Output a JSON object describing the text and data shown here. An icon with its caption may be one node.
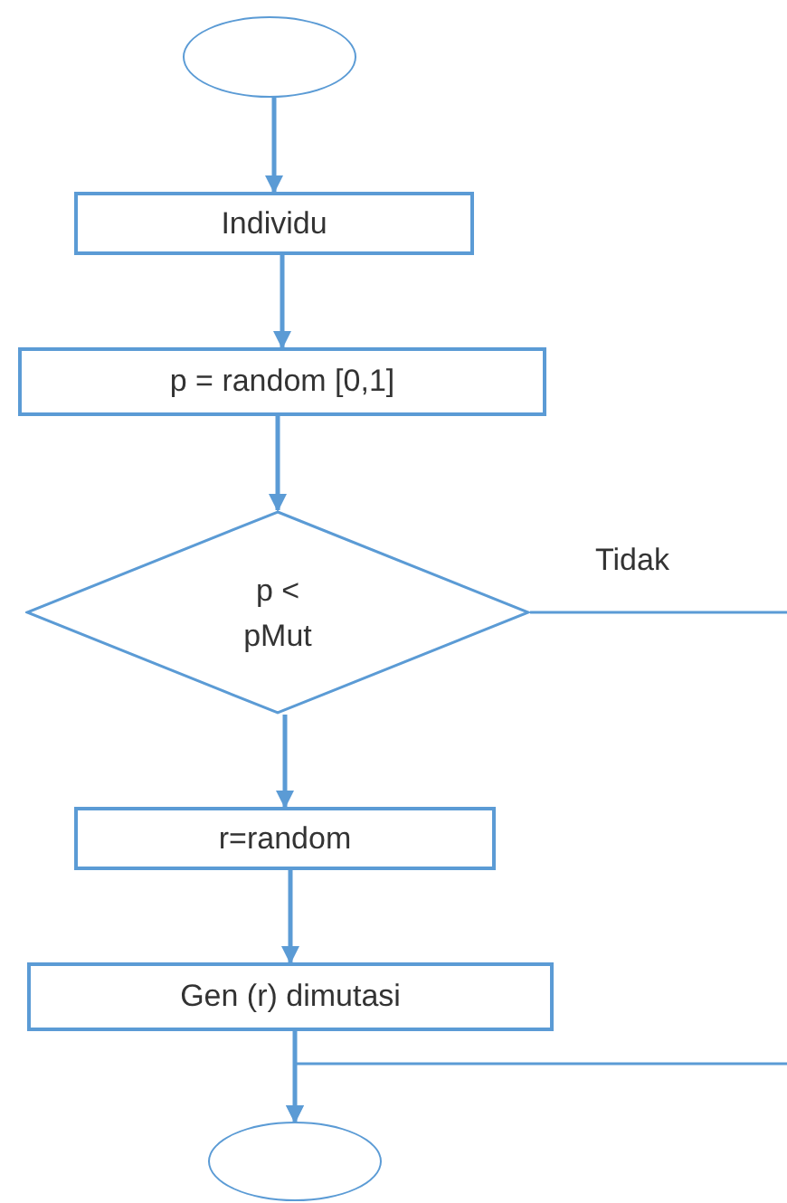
{
  "diagram": {
    "nodes": [
      {
        "text": [],
        "shape": "circle"
      },
      {
        "text": [
          "Individu"
        ]
      },
      {
        "text": [
          "p = random [0,1]"
        ]
      },
      {
        "text": [
          "p < pMut"
        ]
      },
      {
        "text": [
          "r=random"
        ]
      },
      {
        "text": [
          "Gen (r) dimutasi"
        ]
      },
      {
        "text": [],
        "shape": "circle"
      }
    ],
    "edges": [
      {
        "from": 0,
        "to": 1,
        "arrow": "to"
      },
      {
        "from": 1,
        "to": 2,
        "arrow": "to"
      },
      {
        "from": 2,
        "to": 3,
        "arrow": "to"
      },
      {
        "from": 3,
        "to": 4,
        "arrow": "to"
      },
      {
        "from": 4,
        "to": 5,
        "arrow": "to"
      },
      {
        "from": 5,
        "to": 6,
        "arrow": "to"
      },
      {
        "from": 3,
        "to": 6,
        "arrow": "to",
        "label": "Tidak"
      }
    ]
  }
}
